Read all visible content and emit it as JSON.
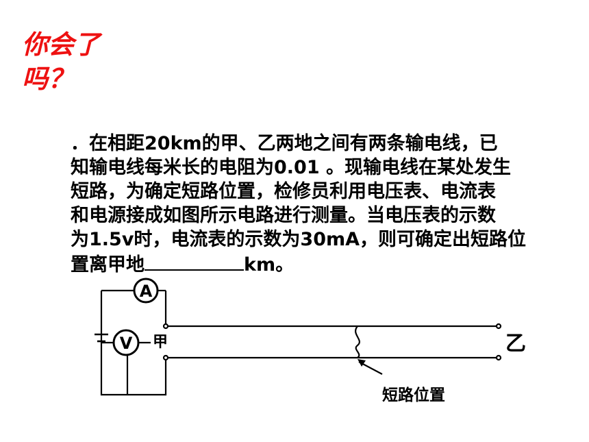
{
  "heading": {
    "line1": "你会了",
    "line2": "吗？"
  },
  "problem": {
    "line1": "．在相距20km的甲、乙两地之间有两条输电线，已",
    "line2": "知输电线每米长的电阻为0.01 。现输电线在某处发生",
    "line3": "短路，为确定短路位置，检修员利用电压表、电流表",
    "line4": "和电源接成如图所示电路进行测量。当电压表的示数",
    "line5": "为1.5v时，电流表的示数为30mA，则可确定出短路位",
    "line6_before": "置离甲地",
    "line6_after": "km。"
  },
  "diagram": {
    "ammeter_symbol": "A",
    "voltmeter_symbol": "V",
    "left_end_label": "甲",
    "right_end_label": "乙",
    "fault_label": "短路位置"
  },
  "colors": {
    "heading": "#ee1111",
    "text": "#000000"
  }
}
